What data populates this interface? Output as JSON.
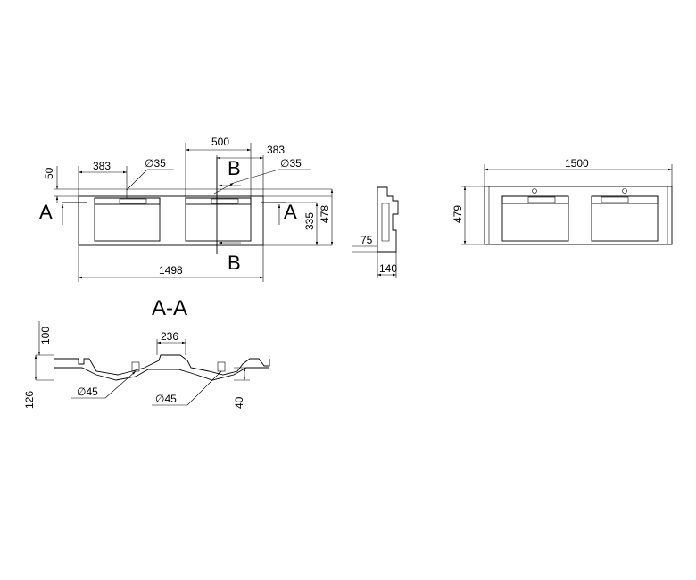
{
  "plan_view": {
    "dim_overall_width": "1498",
    "dim_basin_width": "500",
    "dim_left_offset": "383",
    "dim_right_offset": "383",
    "dim_back_margin": "50",
    "dim_depth_inner": "335",
    "dim_depth_total": "478",
    "dim_hole_left": "∅35",
    "dim_hole_right": "∅35",
    "section_a_left": "A",
    "section_a_right": "A",
    "section_b_top": "B",
    "section_b_bottom": "B"
  },
  "side_view": {
    "dim_lip": "75",
    "dim_width": "140"
  },
  "front_view": {
    "dim_width": "1500",
    "dim_height": "479"
  },
  "section_view": {
    "title": "A-A",
    "dim_height_top": "100",
    "dim_height_total": "126",
    "dim_drain_spacing": "236",
    "dim_drain_left": "∅45",
    "dim_drain_right": "∅45",
    "dim_drain_depth": "40"
  }
}
